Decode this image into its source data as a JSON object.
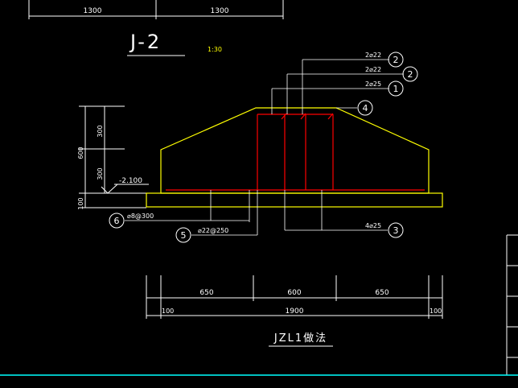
{
  "drawing": {
    "top_dims": [
      "1300",
      "1300"
    ],
    "title": "J-2",
    "scale": "1:30",
    "caption": "JZL1做法",
    "left_dims": {
      "total": "600",
      "upper": "300",
      "lower": "300",
      "base": "100"
    },
    "elevation": "-2.100",
    "bottom_dims": {
      "left": "650",
      "middle": "600",
      "right": "650",
      "total": "1900",
      "edge_left": "100",
      "edge_right": "100"
    },
    "callouts": [
      {
        "num": "2",
        "label": "2⌀22"
      },
      {
        "num": "2",
        "label": "2⌀22"
      },
      {
        "num": "1",
        "label": "2⌀25"
      },
      {
        "num": "4",
        "label": ""
      },
      {
        "num": "3",
        "label": "4⌀25"
      },
      {
        "num": "5",
        "label": "⌀22@250"
      },
      {
        "num": "6",
        "label": "⌀8@300"
      }
    ],
    "colors": {
      "background": "#000000",
      "line": "#ffffff",
      "outline": "#ffff00",
      "rebar": "#ff0000",
      "frame": "#00ffff"
    }
  }
}
